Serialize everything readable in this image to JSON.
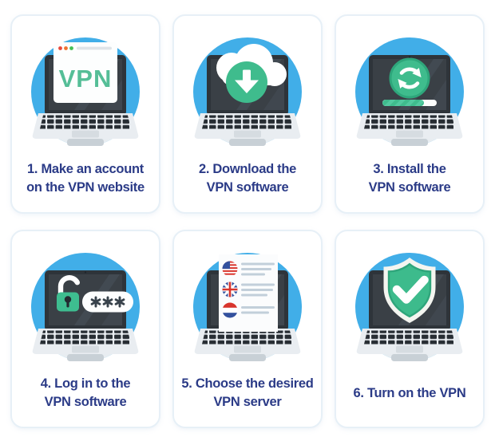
{
  "infographic": {
    "theme": {
      "circle_blue": "#41AEE8",
      "accent_green": "#3FBC8D",
      "accent_green_dark": "#2EA67B",
      "caption_navy": "#2B3B87",
      "card_border": "#E7F0F7",
      "screen_dark": "#3A4046",
      "flag_red": "#D8342C",
      "flag_navy": "#33519E"
    },
    "steps": [
      {
        "step": 1,
        "icon": "laptop-browser-vpn-icon",
        "browser_text": "VPN",
        "caption_line1": "1. Make an account",
        "caption_line2": "on the VPN website"
      },
      {
        "step": 2,
        "icon": "laptop-cloud-download-icon",
        "caption_line1": "2. Download the",
        "caption_line2": "VPN software"
      },
      {
        "step": 3,
        "icon": "laptop-install-progress-icon",
        "caption_line1": "3. Install the",
        "caption_line2": "VPN software"
      },
      {
        "step": 4,
        "icon": "laptop-padlock-password-icon",
        "password_mask": "***",
        "caption_line1": "4. Log in to the",
        "caption_line2": "VPN software"
      },
      {
        "step": 5,
        "icon": "laptop-server-list-flags-icon",
        "flags": [
          "united-states",
          "united-kingdom",
          "netherlands"
        ],
        "caption_line1": "5. Choose the desired",
        "caption_line2": "VPN server"
      },
      {
        "step": 6,
        "icon": "laptop-shield-check-icon",
        "caption_line1": "6. Turn on the VPN",
        "caption_line2": ""
      }
    ]
  }
}
